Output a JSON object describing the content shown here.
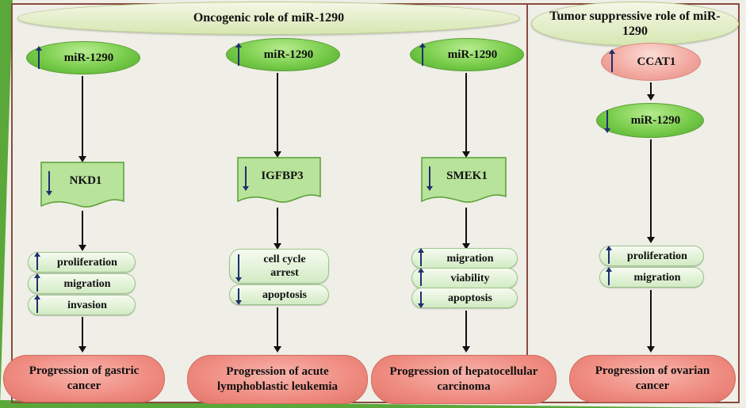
{
  "headers": {
    "oncogenic": "Oncogenic role of miR-1290",
    "tumor_suppressive": "Tumor suppressive role of miR-1290"
  },
  "columns": [
    {
      "mirna": "miR-1290",
      "mirna_direction": "up",
      "target": "NKD1",
      "target_direction": "down",
      "effects": [
        {
          "label": "proliferation",
          "direction": "up"
        },
        {
          "label": "migration",
          "direction": "up"
        },
        {
          "label": "invasion",
          "direction": "up"
        }
      ],
      "outcome": "Progression of gastric cancer"
    },
    {
      "mirna": "miR-1290",
      "mirna_direction": "up",
      "target": "IGFBP3",
      "target_direction": "down",
      "effects": [
        {
          "label": "cell cycle arrest",
          "direction": "down"
        },
        {
          "label": "apoptosis",
          "direction": "down"
        }
      ],
      "outcome": "Progression of acute lymphoblastic leukemia"
    },
    {
      "mirna": "miR-1290",
      "mirna_direction": "up",
      "target": "SMEK1",
      "target_direction": "down",
      "effects": [
        {
          "label": "migration",
          "direction": "up"
        },
        {
          "label": "viability",
          "direction": "up"
        },
        {
          "label": "apoptosis",
          "direction": "down"
        }
      ],
      "outcome": "Progression of hepatocellular carcinoma"
    },
    {
      "upstream": "CCAT1",
      "upstream_direction": "up",
      "mirna": "miR-1290",
      "mirna_direction": "down",
      "effects": [
        {
          "label": "proliferation",
          "direction": "up"
        },
        {
          "label": "migration",
          "direction": "up"
        }
      ],
      "outcome": "Progression of ovarian cancer"
    }
  ],
  "colors": {
    "frame": "#8a4a3e",
    "green_node": "#78cc4a",
    "pink_node": "#f2a79e",
    "outcome": "#ef8b80",
    "arrow_indicator": "#1f2f6e"
  }
}
